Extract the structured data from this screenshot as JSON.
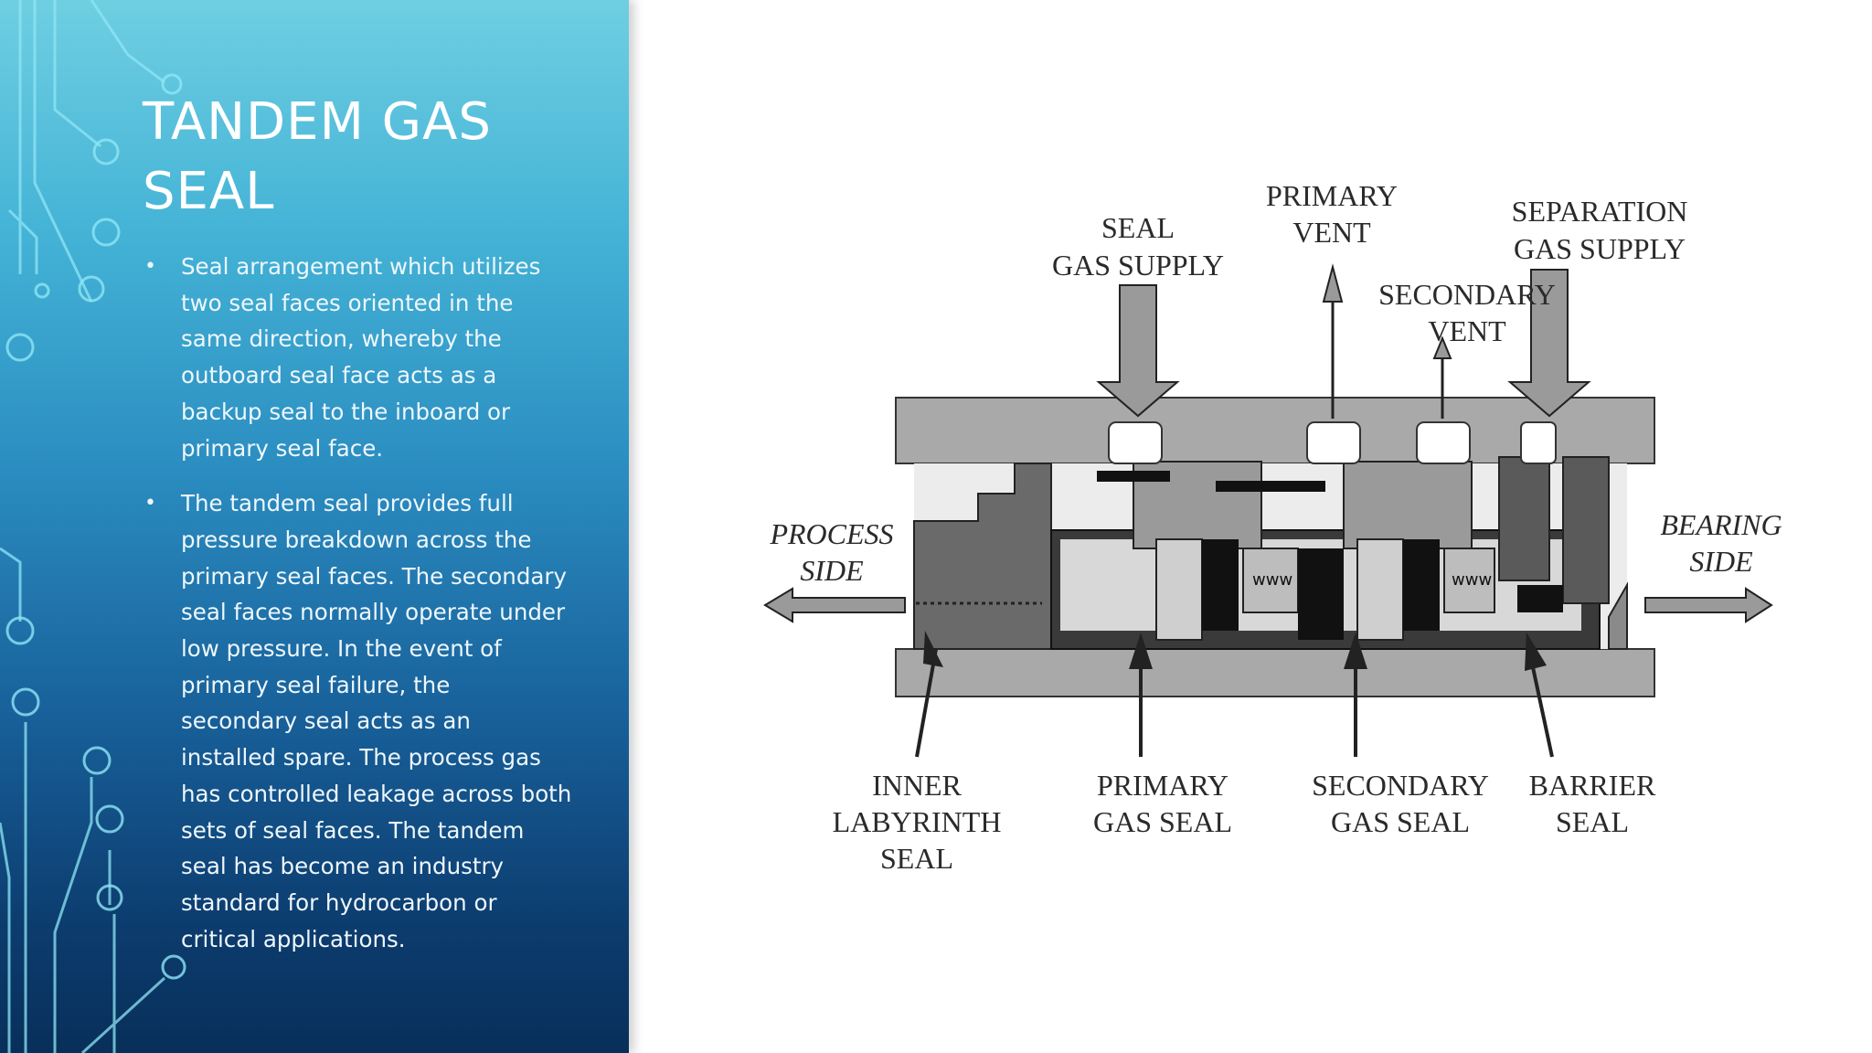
{
  "slide": {
    "title": "TANDEM GAS SEAL",
    "bullets": [
      "Seal arrangement which utilizes two seal faces oriented in the same direction, whereby the outboard seal face acts as a backup seal to the inboard or primary seal face.",
      "The tandem seal provides full pressure breakdown across the primary seal faces. The secondary seal faces normally operate under low pressure. In the event of primary seal failure, the secondary seal acts as an installed spare. The process gas has controlled leakage across both sets of seal faces. The tandem seal has become an industry standard for hydrocarbon or critical applications."
    ]
  },
  "diagram": {
    "labels": {
      "seal_gas_supply": [
        "SEAL",
        "GAS SUPPLY"
      ],
      "primary_vent": [
        "PRIMARY",
        "VENT"
      ],
      "secondary_vent": [
        "SECONDARY",
        "VENT"
      ],
      "separation_gas_supply": [
        "SEPARATION",
        "GAS SUPPLY"
      ],
      "process_side": [
        "PROCESS",
        "SIDE"
      ],
      "bearing_side": [
        "BEARING",
        "SIDE"
      ],
      "inner_labyrinth_seal": [
        "INNER",
        "LABYRINTH",
        "SEAL"
      ],
      "primary_gas_seal": [
        "PRIMARY",
        "GAS SEAL"
      ],
      "secondary_gas_seal": [
        "SECONDARY",
        "GAS SEAL"
      ],
      "barrier_seal": [
        "BARRIER",
        "SEAL"
      ]
    }
  },
  "theme": {
    "panel_top": "#6fcfe2",
    "panel_bottom": "#082f5a",
    "circuit": "#7fe3f3"
  }
}
